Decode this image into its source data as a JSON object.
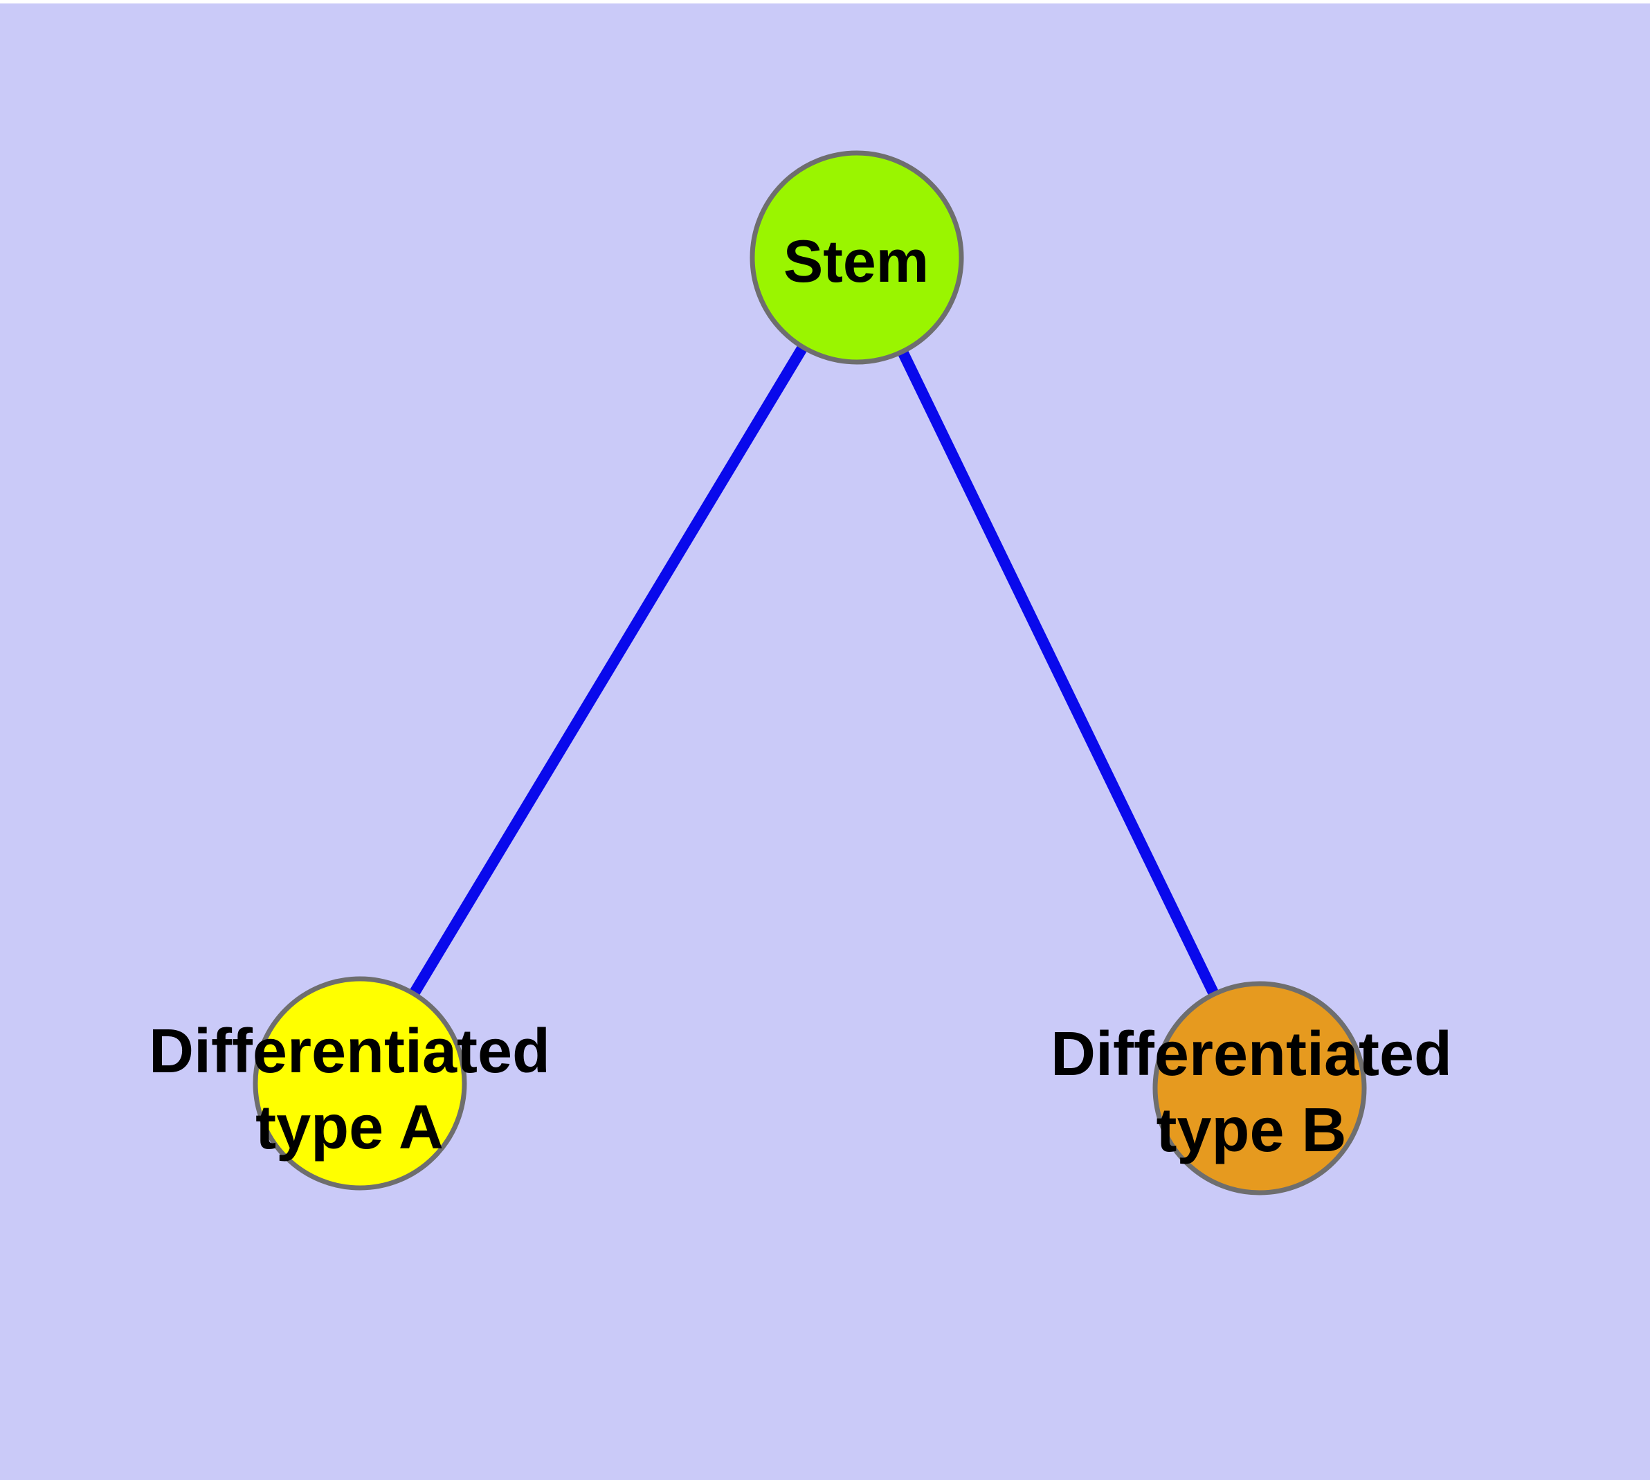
{
  "diagram": {
    "type": "node-link-graph",
    "nodes": [
      {
        "id": "stem",
        "label": "Stem",
        "fill": "#9AF500"
      },
      {
        "id": "diff-a",
        "label_line1": "Differentiated",
        "label_line2": "type A",
        "fill": "#FFFF00"
      },
      {
        "id": "diff-b",
        "label_line1": "Differentiated",
        "label_line2": "type B",
        "fill": "#E69A1F"
      }
    ],
    "edges": [
      {
        "from": "stem",
        "to": "diff-a"
      },
      {
        "from": "stem",
        "to": "diff-b"
      }
    ],
    "colors": {
      "background": "#CACAF8",
      "page_margin": "#FFFFFF",
      "edge": "#0909EC",
      "node_stroke": "#6E6E6E",
      "label": "#000000"
    }
  }
}
